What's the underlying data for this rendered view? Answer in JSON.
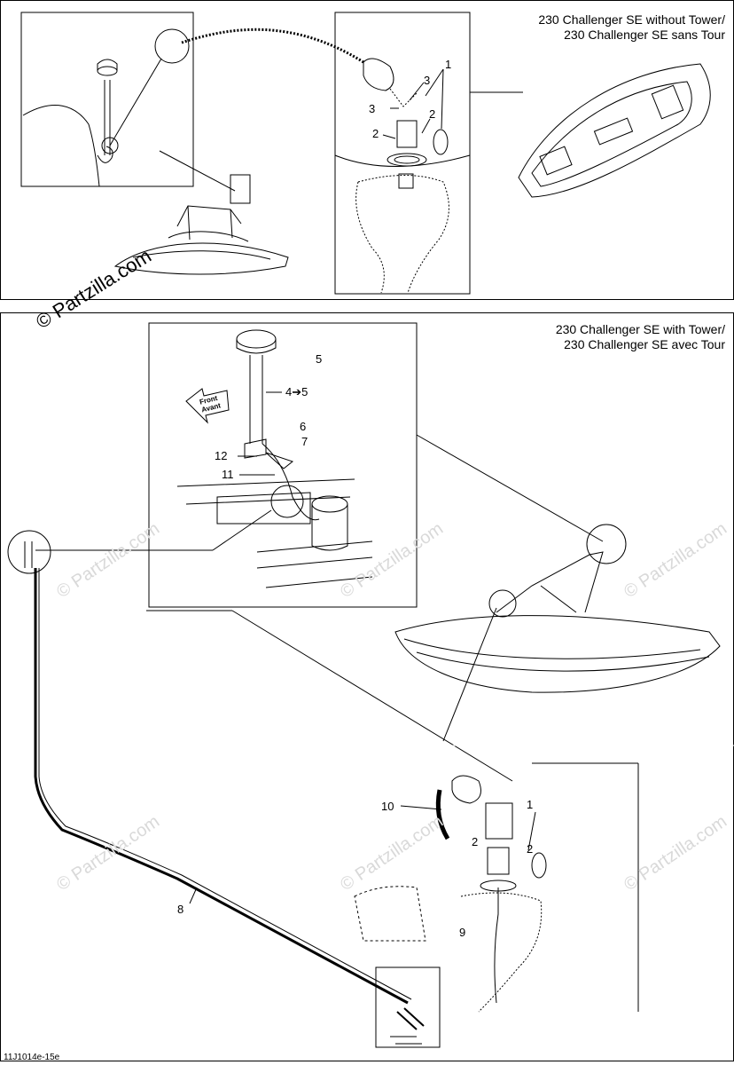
{
  "top_panel": {
    "title_line1": "230 Challenger SE without Tower/",
    "title_line2": "230 Challenger SE sans Tour",
    "callouts": [
      "1",
      "3",
      "3",
      "2",
      "2"
    ]
  },
  "bottom_panel": {
    "title_line1": "230 Challenger SE with Tower/",
    "title_line2": "230 Challenger SE avec Tour",
    "callouts": [
      "5",
      "4➔5",
      "6",
      "7",
      "12",
      "11",
      "10",
      "1",
      "2",
      "2",
      "9",
      "8"
    ]
  },
  "arrow_label": {
    "line1": "Front",
    "line2": "Avant"
  },
  "watermark": {
    "main": "© Partzilla.com",
    "faint": "© Partzilla.com"
  },
  "reference": "11J1014e-15e"
}
